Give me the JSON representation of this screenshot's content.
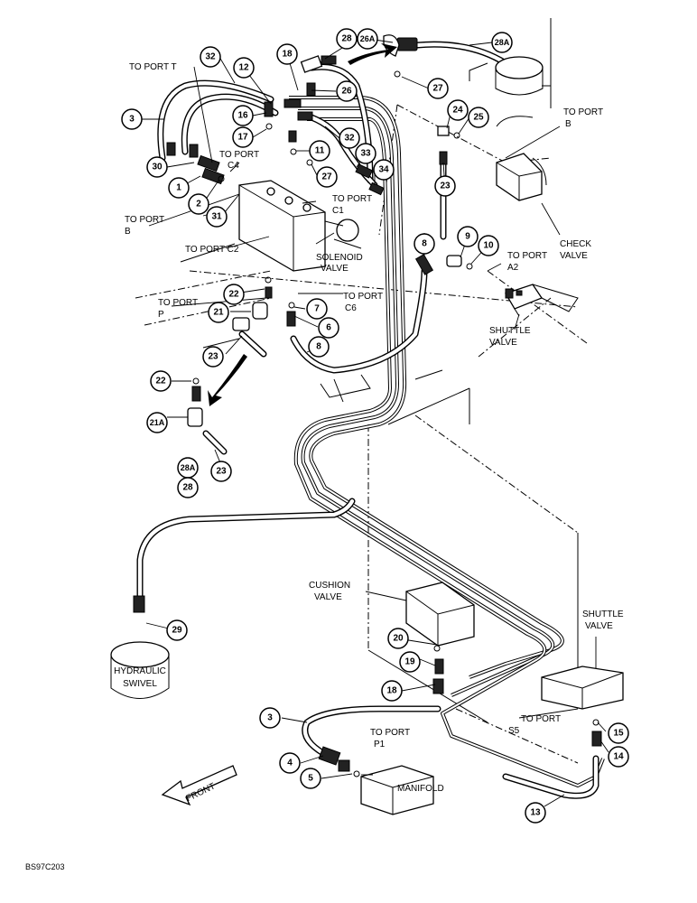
{
  "labels": {
    "to_port_t": "TO PORT T",
    "to_port_b_right_1": "TO PORT",
    "to_port_b_right_2": "B",
    "to_port_c4_1": "TO PORT",
    "to_port_c4_2": "C4",
    "to_port_c1_1": "TO PORT",
    "to_port_c1_2": "C1",
    "to_port_b_left_1": "TO PORT",
    "to_port_b_left_2": "B",
    "to_port_c2": "TO PORT C2",
    "solenoid_1": "SOLENOID",
    "solenoid_2": "VALVE",
    "to_port_p_1": "TO PORT",
    "to_port_p_2": "P",
    "to_port_c6_1": "TO PORT",
    "to_port_c6_2": "C6",
    "to_port_a2_1": "TO PORT",
    "to_port_a2_2": "A2",
    "check_valve_1": "CHECK",
    "check_valve_2": "VALVE",
    "shuttle_top_1": "SHUTTLE",
    "shuttle_top_2": "VALVE",
    "cushion_1": "CUSHION",
    "cushion_2": "VALVE",
    "shuttle_bottom_1": "SHUTTLE",
    "shuttle_bottom_2": "VALVE",
    "hydraulic_1": "HYDRAULIC",
    "hydraulic_2": "SWIVEL",
    "to_port_p1_1": "TO PORT",
    "to_port_p1_2": "P1",
    "to_port_s5_1": "TO PORT",
    "to_port_s5_2": "S5",
    "manifold": "MANIFOLD",
    "front": "FRONT",
    "figure_id": "BS97C203"
  },
  "callouts": {
    "c28": "28",
    "c26a_top": "26A",
    "c28a_top": "28A",
    "c32_top": "32",
    "c18_top": "18",
    "c12": "12",
    "c26": "26",
    "c27_top": "27",
    "c3_top": "3",
    "c16": "16",
    "c24": "24",
    "c25": "25",
    "c17": "17",
    "c11": "11",
    "c32_mid": "32",
    "c33": "33",
    "c30": "30",
    "c27_mid": "27",
    "c34": "34",
    "c23_top": "23",
    "c1": "1",
    "c2": "2",
    "c31": "31",
    "c8_top": "8",
    "c9": "9",
    "c10": "10",
    "c22_mid": "22",
    "c7": "7",
    "c21": "21",
    "c6": "6",
    "c8_mid": "8",
    "c23_mid": "23",
    "c22_low": "22",
    "c21a": "21A",
    "c23_low": "23",
    "c28a_low": "28A",
    "c28_low": "28",
    "c29": "29",
    "c20": "20",
    "c19": "19",
    "c18_low": "18",
    "c3_low": "3",
    "c15": "15",
    "c14": "14",
    "c4": "4",
    "c5": "5",
    "c13": "13"
  }
}
